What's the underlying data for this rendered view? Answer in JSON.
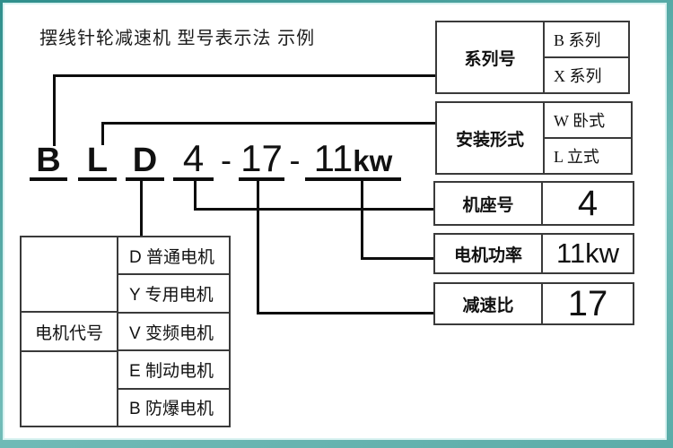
{
  "title": "摆线针轮减速机 型号表示法  示例",
  "model_code": {
    "series": "B",
    "mount": "L",
    "motor": "D",
    "frame": "4",
    "sep1": "-",
    "ratio": "17",
    "sep2": "-",
    "power": "11",
    "power_unit": "kw"
  },
  "right_boxes": [
    {
      "label": "系列号",
      "values": [
        "B 系列",
        "X 系列"
      ]
    },
    {
      "label": "安装形式",
      "values": [
        "W 卧式",
        "L 立式"
      ]
    },
    {
      "label": "机座号",
      "value": "4"
    },
    {
      "label": "电机功率",
      "value": "11kw"
    },
    {
      "label": "减速比",
      "value": "17"
    }
  ],
  "motor_table": {
    "row_header": "电机代号",
    "rows": [
      "D 普通电机",
      "Y 专用电机",
      "V 变频电机",
      "E 制动电机",
      "B 防爆电机"
    ]
  },
  "colors": {
    "frame-teal-dark": "#2f8f8c",
    "frame-teal-light": "#72bcb8",
    "inner-line": "#d9f2f1",
    "ink": "#111111",
    "border-gray": "#3a3a3a"
  }
}
